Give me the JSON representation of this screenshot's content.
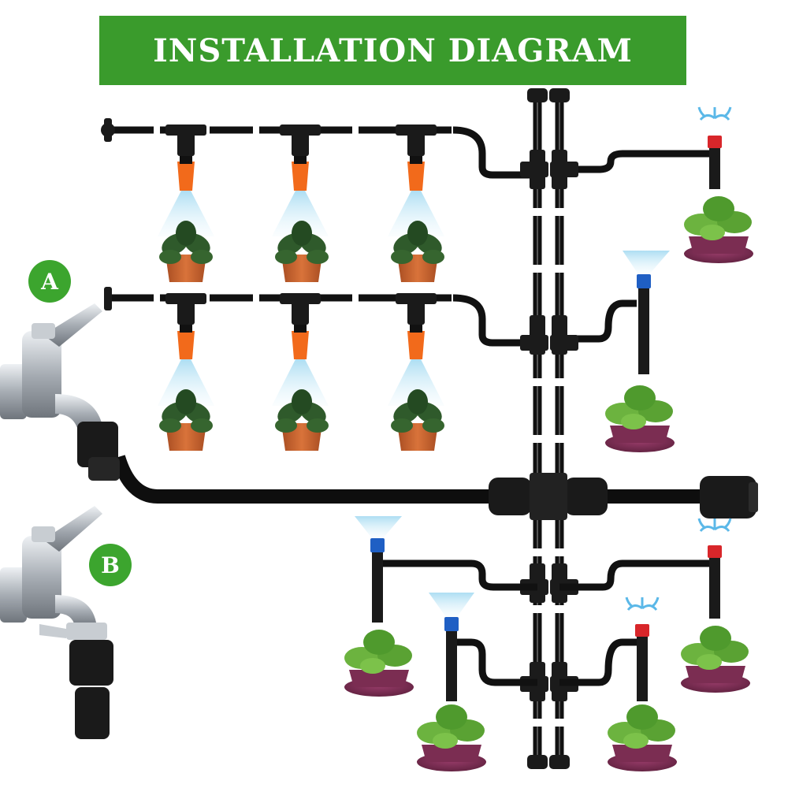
{
  "title": "INSTALLATION DIAGRAM",
  "markers": {
    "a": "A",
    "b": "B"
  },
  "colors": {
    "banner": "#3a9b2c",
    "marker": "#3ca52e",
    "tube": "#111111",
    "nozzle_orange": "#f26a1b",
    "nozzle_red": "#d8262a",
    "nozzle_blue": "#1f5fc4",
    "pot_terracotta": "#c4622d",
    "pot_purple": "#7b2d52",
    "leaf_dark": "#2f5a2b",
    "leaf_light": "#6cb33f",
    "mist": "#bfe6f5",
    "faucet_metal": "#b9bec4"
  },
  "components": {
    "faucet_a": "faucet-icon",
    "faucet_b": "faucet-icon",
    "mist_nozzle": "nozzle-icon",
    "stake_sprayer": "stake-sprayer-icon",
    "potted_plant": "plant-icon",
    "tee_connector": "tee-connector-icon",
    "end_plug": "end-plug-icon"
  }
}
